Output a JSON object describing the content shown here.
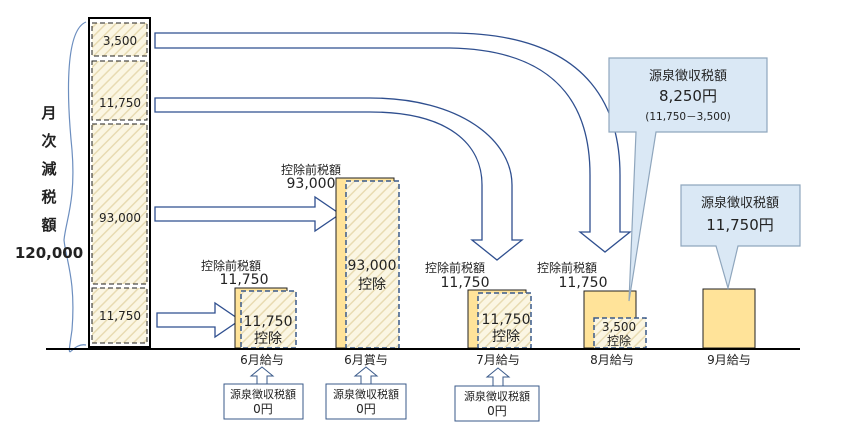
{
  "left_column": {
    "label_chars": [
      "月",
      "次",
      "減",
      "税",
      "額"
    ],
    "total": "120,000",
    "segments": [
      "3,500",
      "11,750",
      "93,000",
      "11,750"
    ]
  },
  "events": [
    {
      "axis_label": "6月給与",
      "pre_title": "控除前税額",
      "pre_value": "11,750",
      "deduction_value": "11,750",
      "deduction_word": "控除",
      "withholding_box_title": "源泉徴収税額",
      "withholding_box_value": "0円"
    },
    {
      "axis_label": "6月賞与",
      "pre_title": "控除前税額",
      "pre_value": "93,000",
      "deduction_value": "93,000",
      "deduction_word": "控除",
      "withholding_box_title": "源泉徴収税額",
      "withholding_box_value": "0円"
    },
    {
      "axis_label": "7月給与",
      "pre_title": "控除前税額",
      "pre_value": "11,750",
      "deduction_value": "11,750",
      "deduction_word": "控除",
      "withholding_box_title": "源泉徴収税額",
      "withholding_box_value": "0円"
    },
    {
      "axis_label": "8月給与",
      "pre_title": "控除前税額",
      "pre_value": "11,750",
      "deduction_value": "3,500",
      "deduction_word": "控除"
    },
    {
      "axis_label": "9月給与"
    }
  ],
  "callout_august": {
    "title": "源泉徴収税額",
    "value": "8,250円",
    "formula": "(11,750－3,500)"
  },
  "callout_september": {
    "title": "源泉徴収税額",
    "value": "11,750円"
  },
  "colors": {
    "bar_fill": "#FFE399",
    "hatch_bg": "#FBF6E3",
    "hatch_line": "#E8DBB2",
    "callout_fill": "#DAE8F5",
    "callout_border": "#8FA6BD",
    "dash": "#3A5A8A",
    "axis": "#000000"
  }
}
